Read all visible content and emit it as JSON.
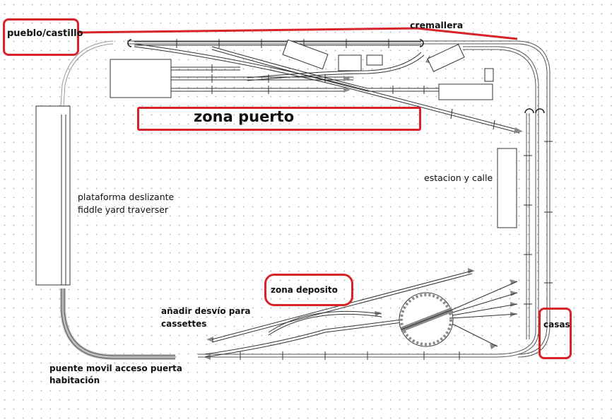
{
  "labels": {
    "pueblo": "pueblo/castillo",
    "cremallera": "cremallera",
    "zona_puerto": "zona puerto",
    "estacion": "estacion y calle",
    "plataforma_line1": "plataforma deslizante",
    "plataforma_line2": "fiddle yard traverser",
    "zona_deposito": "zona deposito",
    "anadir_line1": "añadir desvío para",
    "anadir_line2": "cassettes",
    "casas": "casas",
    "puente_line1": "puente movil acceso puerta",
    "puente_line2": "habitación"
  },
  "colors": {
    "highlight_red": "#d8232a",
    "track": "#333333",
    "arrow": "#8a8a8a",
    "bridge_band": "#bdbdbd"
  }
}
